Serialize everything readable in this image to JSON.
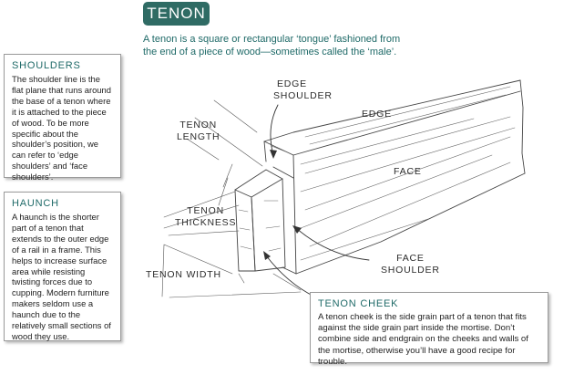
{
  "title": "TENON",
  "intro": "A tenon is a square or rectangular ‘tongue’ fashioned from the end of a piece of wood—sometimes called the ‘male’.",
  "boxes": {
    "shoulders": {
      "heading": "SHOULDERS",
      "body": "The shoulder line is the flat plane that runs around the base of a tenon where it is attached to the piece of wood. To be more specific about the shoulder’s position, we can refer to ‘edge shoulders’ and ‘face shoulders’."
    },
    "haunch": {
      "heading": "HAUNCH",
      "body": "A haunch is the shorter part of a tenon that extends to the outer edge of a rail in a frame. This helps to increase surface area while resisting twisting forces due to cupping. Modern furniture makers seldom use a haunch due to the relatively small sections of wood they use."
    },
    "tenon_cheek": {
      "heading": "TENON CHEEK",
      "body": "A tenon cheek is the side grain part of a tenon that fits against the side grain part inside the mortise. Don’t combine side and endgrain on the cheeks and walls of the mortise, otherwise you’ll have a good recipe for trouble."
    }
  },
  "labels": {
    "edge_shoulder_1": "EDGE",
    "edge_shoulder_2": "SHOULDER",
    "edge": "EDGE",
    "face": "FACE",
    "tenon_length_1": "TENON",
    "tenon_length_2": "LENGTH",
    "tenon_thickness_1": "TENON",
    "tenon_thickness_2": "THICKNESS",
    "tenon_width": "TENON WIDTH",
    "face_shoulder_1": "FACE",
    "face_shoulder_2": "SHOULDER"
  },
  "colors": {
    "accent": "#2f6b64",
    "accent_text": "#1f6a68",
    "line": "#444444"
  }
}
